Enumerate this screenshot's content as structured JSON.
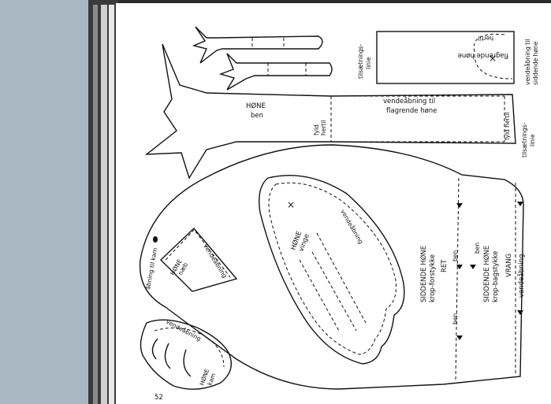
{
  "page_number": "52",
  "leg_pattern": {
    "title": "HØNE",
    "subtitle": "ben",
    "turn_opening": "vendeåbning til",
    "turn_opening_2": "flagrende høne",
    "fill_here": "fyld",
    "fill_here_2": "hertil",
    "fill_here_right": "fyld hertil",
    "seam_line": "tilsætnings-",
    "seam_line_2": "linie"
  },
  "flapping_body": {
    "fill_here": "hertil",
    "label": "flagrende høne",
    "seam_line": "tilsætnings-",
    "seam_line_2": "linie",
    "turn_opening": "vendeåbning til",
    "turn_opening_2": "siddende høne"
  },
  "body_pattern": {
    "front_title": "SIDDENDE HØNE",
    "front_subtitle": "krop-forstykke",
    "front_side": "RET",
    "back_title": "SIDDENDE HØNE",
    "back_subtitle": "krop-bagstykke",
    "back_side": "VRANG",
    "turn_opening": "vendeåbning",
    "leg_mark_1": "ben",
    "leg_mark_2": "ben",
    "leg_mark_3": "ben",
    "comb_opening": "åbning til kam"
  },
  "wing_pattern": {
    "title": "HØNE",
    "subtitle": "vinge",
    "turn_opening": "vendeåbning"
  },
  "beak_pattern": {
    "title": "HØNE",
    "subtitle": "næb",
    "turn_opening": "vendeåbning"
  },
  "comb_pattern": {
    "title": "HØNE",
    "subtitle": "kam",
    "turn_opening": "vendeåbning"
  }
}
